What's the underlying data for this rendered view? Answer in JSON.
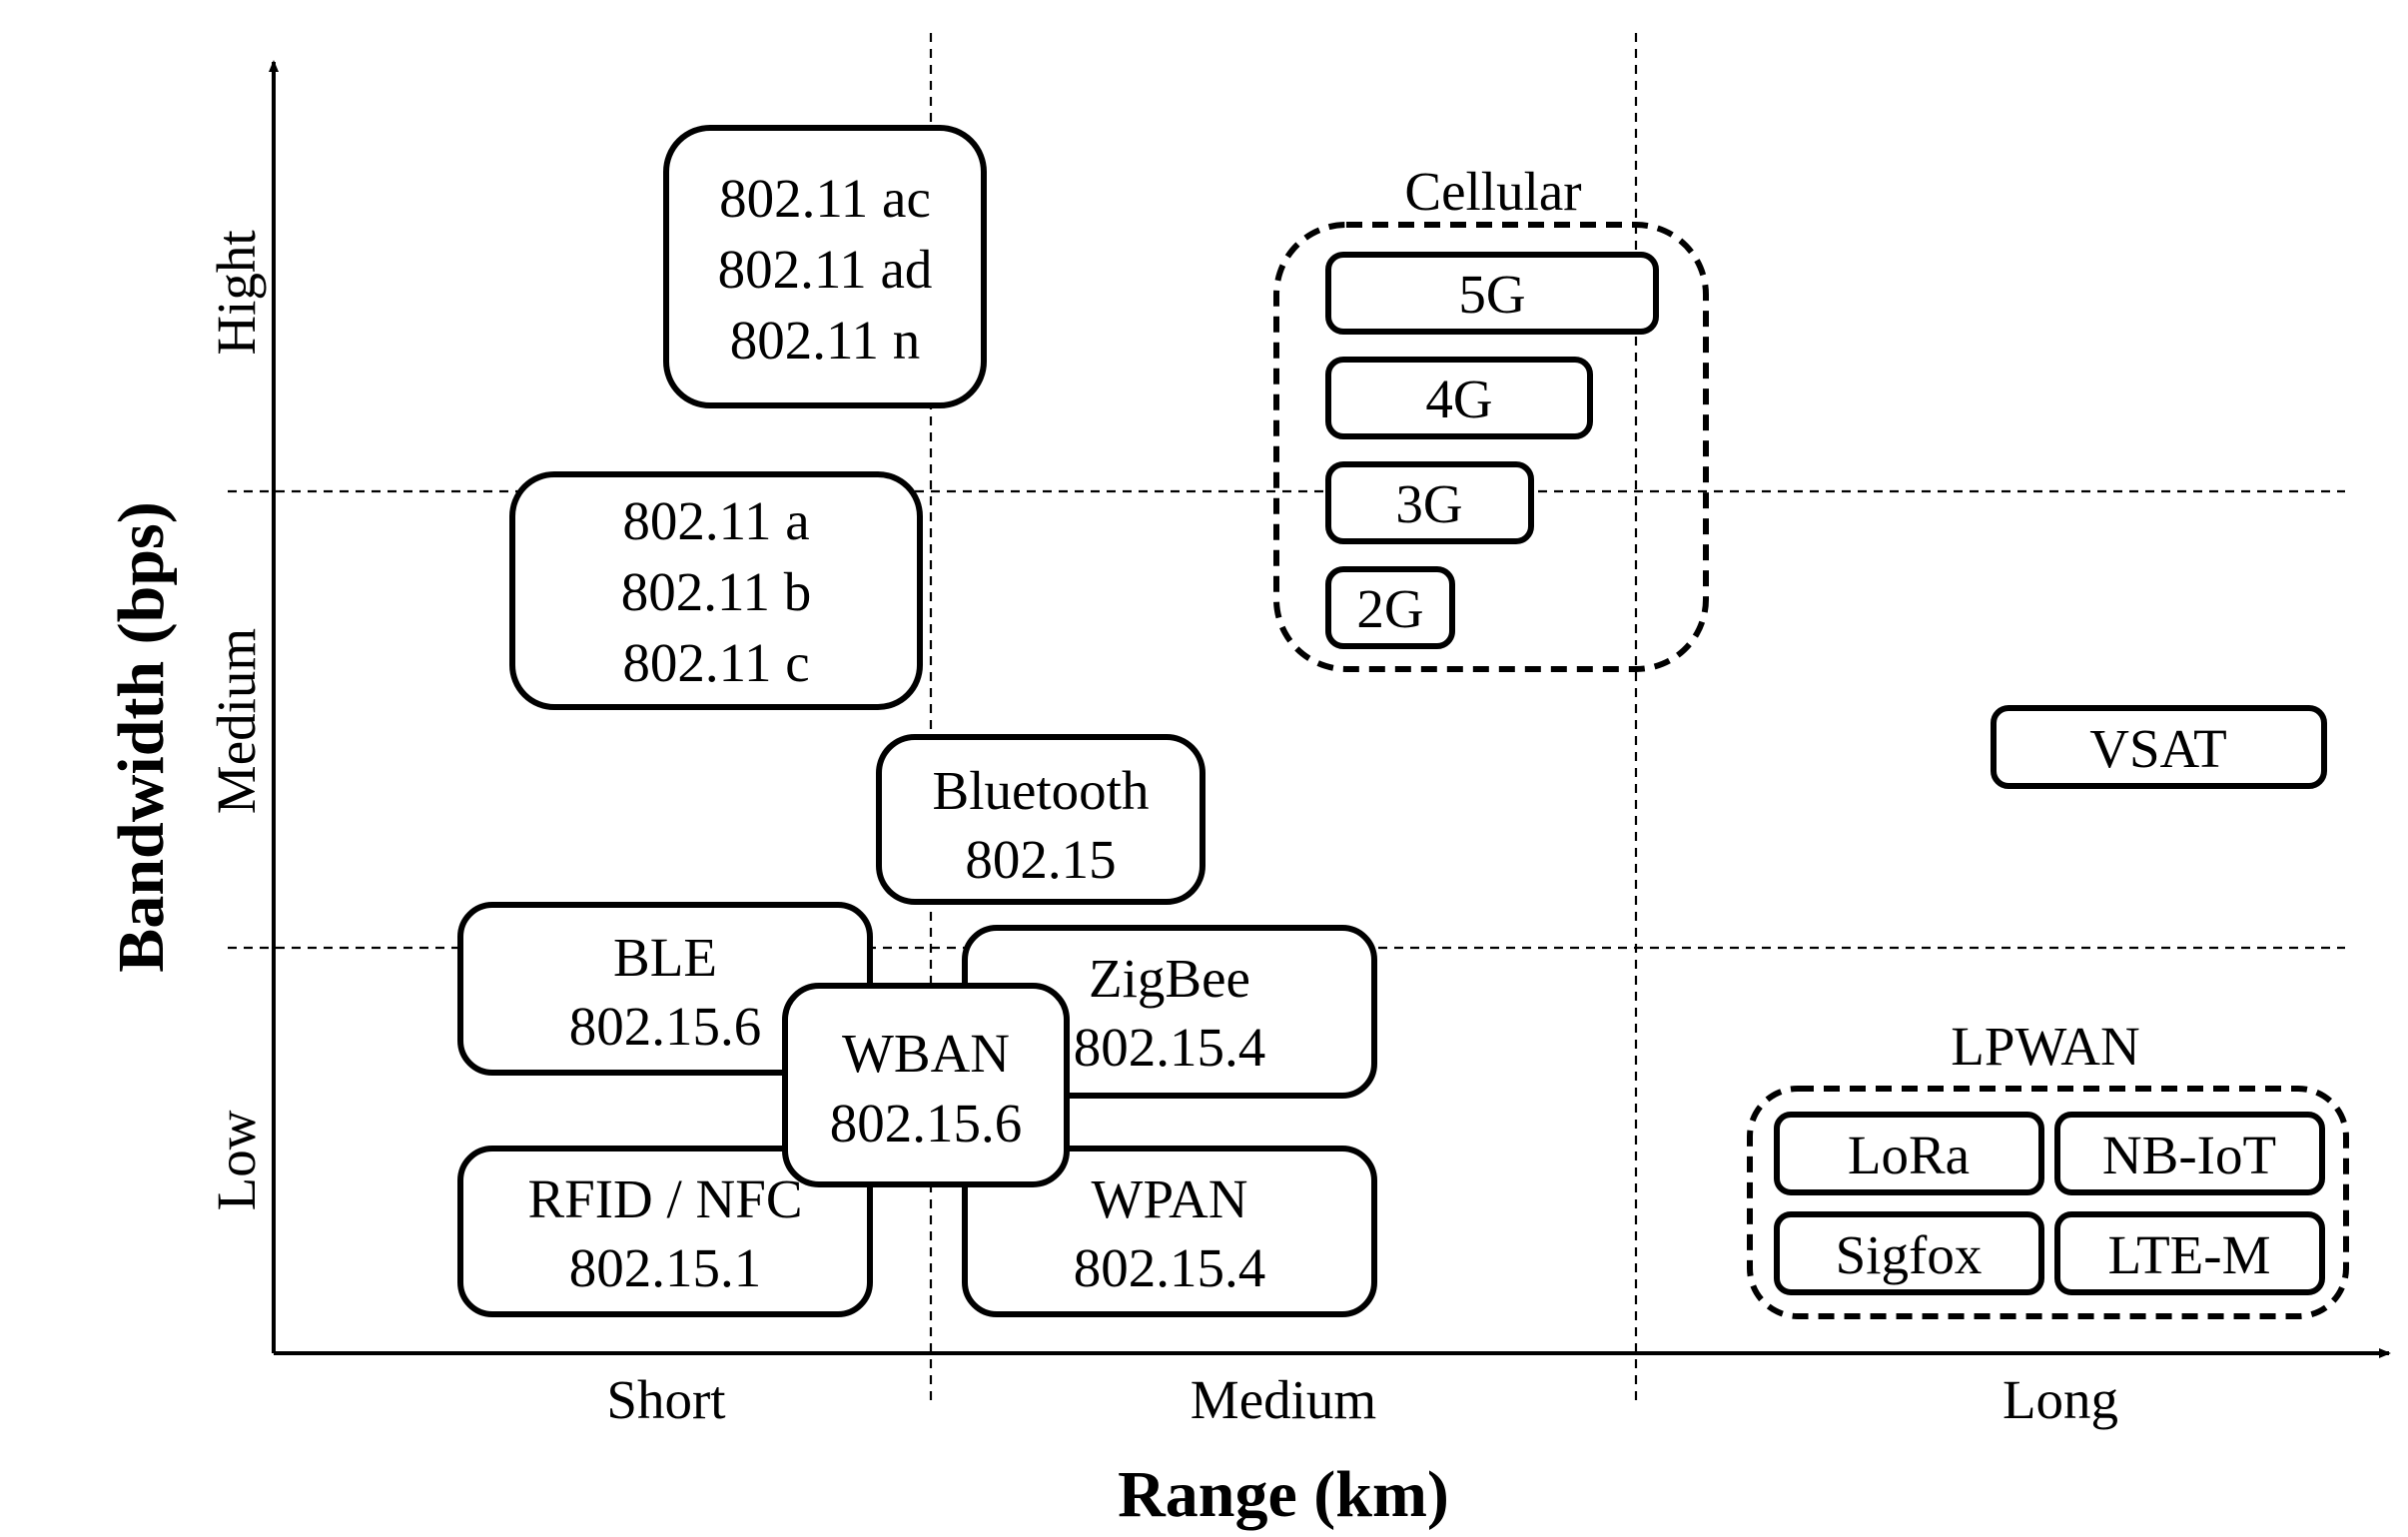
{
  "axes": {
    "x_title": "Range (km)",
    "y_title": "Bandwidth (bps)",
    "x_tiers": [
      "Short",
      "Medium",
      "Long"
    ],
    "y_tiers": [
      "Low",
      "Medium",
      "Hight"
    ]
  },
  "groups": {
    "cellular": "Cellular",
    "lpwan": "LPWAN"
  },
  "technologies": {
    "wifi_high": [
      "802.11 ac",
      "802.11 ad",
      "802.11 n"
    ],
    "wifi_medium": [
      "802.11 a",
      "802.11 b",
      "802.11 c"
    ],
    "bluetooth": [
      "Bluetooth",
      "802.15"
    ],
    "ble": [
      "BLE",
      "802.15.6"
    ],
    "rfid": [
      "RFID / NFC",
      "802.15.1"
    ],
    "zigbee": [
      "ZigBee",
      "802.15.4"
    ],
    "wpan": [
      "WPAN",
      "802.15.4"
    ],
    "wban": [
      "WBAN",
      "802.15.6"
    ],
    "cell_5g": "5G",
    "cell_4g": "4G",
    "cell_3g": "3G",
    "cell_2g": "2G",
    "vsat": "VSAT",
    "lora": "LoRa",
    "nbiot": "NB-IoT",
    "sigfox": "Sigfox",
    "ltem": "LTE-M"
  }
}
